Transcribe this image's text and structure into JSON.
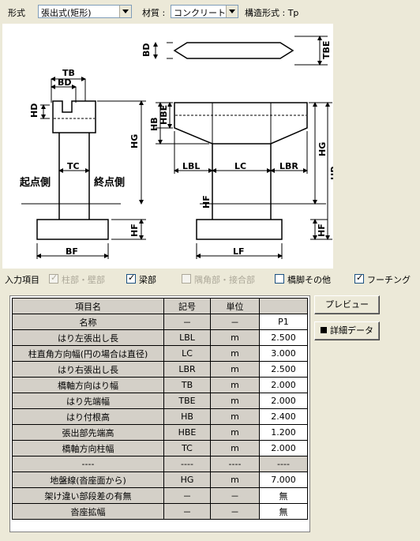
{
  "header": {
    "type_label": "形式",
    "type_value": "張出式(矩形)",
    "material_label": "材質 :",
    "material_value": "コンクリート",
    "structure_label": "構造形式 : Tp"
  },
  "diagram": {
    "bd": "BD",
    "tbe": "TBE",
    "tb": "TB",
    "bd2": "BD",
    "hd": "HD",
    "hg": "HG",
    "tc": "TC",
    "start_side": "起点側",
    "end_side": "終点側",
    "hf": "HF",
    "bf": "BF",
    "hb": "HB",
    "hbe": "HBE",
    "lbl": "LBL",
    "lc": "LC",
    "lbr": "LBR",
    "hg2": "HG",
    "hp": "HP",
    "hf2": "HF",
    "hf3": "HF",
    "lf": "LF"
  },
  "checks": {
    "input_label": "入力項目",
    "items": [
      {
        "label": "柱部・壁部",
        "checked": true,
        "enabled": false
      },
      {
        "label": "梁部",
        "checked": true,
        "enabled": true
      },
      {
        "label": "隅角部・接合部",
        "checked": false,
        "enabled": false
      },
      {
        "label": "橋脚その他",
        "checked": false,
        "enabled": true
      },
      {
        "label": "フーチング",
        "checked": true,
        "enabled": true
      }
    ]
  },
  "table": {
    "headers": [
      "項目名",
      "記号",
      "単位",
      ""
    ],
    "rows": [
      [
        "名称",
        "－",
        "－",
        "P1"
      ],
      [
        "はり左張出し長",
        "LBL",
        "m",
        "2.500"
      ],
      [
        "柱直角方向幅(円の場合は直径)",
        "LC",
        "m",
        "3.000"
      ],
      [
        "はり右張出し長",
        "LBR",
        "m",
        "2.500"
      ],
      [
        "橋軸方向はり幅",
        "TB",
        "m",
        "2.000"
      ],
      [
        "はり先端幅",
        "TBE",
        "m",
        "2.000"
      ],
      [
        "はり付根高",
        "HB",
        "m",
        "2.400"
      ],
      [
        "張出部先端高",
        "HBE",
        "m",
        "1.200"
      ],
      [
        "橋軸方向柱幅",
        "TC",
        "m",
        "2.000"
      ],
      [
        "----",
        "----",
        "----",
        "----"
      ],
      [
        "地盤線(沓座面から)",
        "HG",
        "m",
        "7.000"
      ],
      [
        "架け違い部段差の有無",
        "－",
        "－",
        "無"
      ],
      [
        "沓座拡幅",
        "－",
        "－",
        "無"
      ]
    ]
  },
  "buttons": {
    "preview": "プレビュー",
    "detail": "詳細データ"
  }
}
